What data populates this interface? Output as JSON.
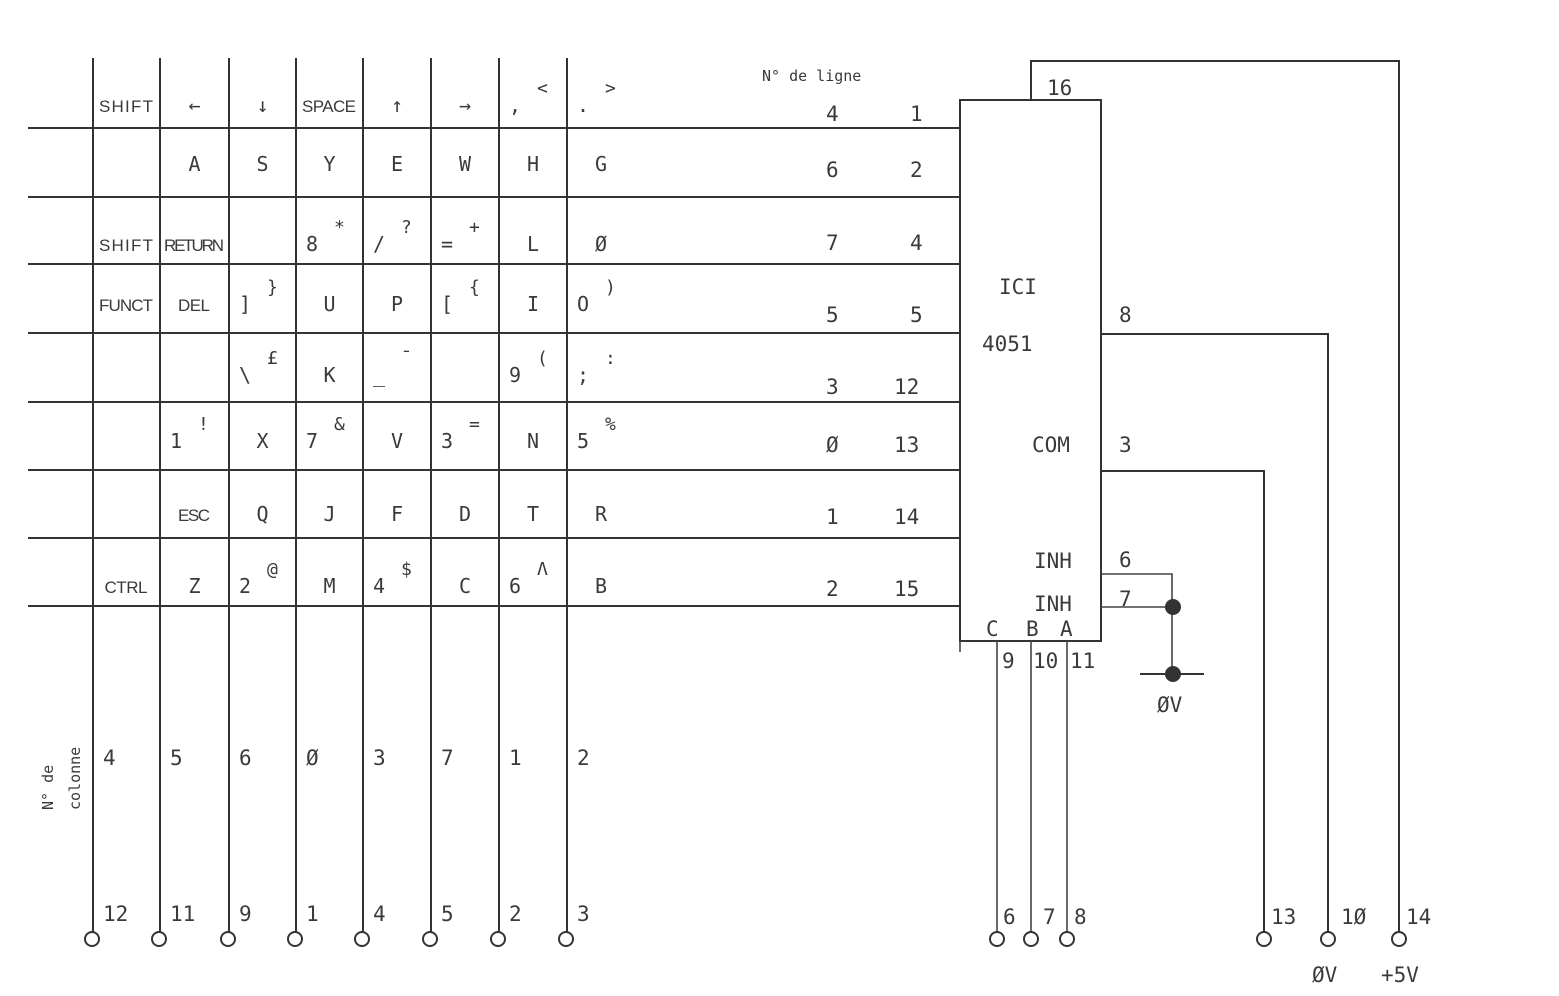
{
  "row_heading": "N° de ligne",
  "column_heading": [
    "N° de",
    "colonne"
  ],
  "key_matrix": [
    [
      {
        "k": "SHIFT",
        "s": "",
        "sm": true
      },
      {
        "k": "←",
        "s": ""
      },
      {
        "k": "↓",
        "s": ""
      },
      {
        "k": "SPACE",
        "s": "",
        "sm": true
      },
      {
        "k": "↑",
        "s": ""
      },
      {
        "k": "→",
        "s": ""
      },
      {
        "k": ",",
        "s": "<"
      },
      {
        "k": ".",
        "s": ">"
      }
    ],
    [
      {
        "k": "",
        "s": ""
      },
      {
        "k": "A",
        "s": ""
      },
      {
        "k": "S",
        "s": ""
      },
      {
        "k": "Y",
        "s": ""
      },
      {
        "k": "E",
        "s": ""
      },
      {
        "k": "W",
        "s": ""
      },
      {
        "k": "H",
        "s": ""
      },
      {
        "k": "G",
        "s": ""
      }
    ],
    [
      {
        "k": "SHIFT",
        "s": "",
        "sm": true
      },
      {
        "k": "RETURN",
        "s": "",
        "sm": true
      },
      {
        "k": "",
        "s": ""
      },
      {
        "k": "8",
        "s": "*"
      },
      {
        "k": "/",
        "s": "?"
      },
      {
        "k": "=",
        "s": "+"
      },
      {
        "k": "L",
        "s": ""
      },
      {
        "k": "Ø",
        "s": ""
      }
    ],
    [
      {
        "k": "FUNCT",
        "s": "",
        "sm": true
      },
      {
        "k": "DEL",
        "s": "",
        "sm": true
      },
      {
        "k": "]",
        "s": "}"
      },
      {
        "k": "U",
        "s": ""
      },
      {
        "k": "P",
        "s": ""
      },
      {
        "k": "[",
        "s": "{"
      },
      {
        "k": "I",
        "s": ""
      },
      {
        "k": "O",
        "s": ")"
      }
    ],
    [
      {
        "k": "",
        "s": ""
      },
      {
        "k": "",
        "s": ""
      },
      {
        "k": "\\",
        "s": "£"
      },
      {
        "k": "K",
        "s": ""
      },
      {
        "k": "_",
        "s": "¯"
      },
      {
        "k": "",
        "s": ""
      },
      {
        "k": "9",
        "s": "("
      },
      {
        "k": ";",
        "s": ":"
      }
    ],
    [
      {
        "k": "",
        "s": ""
      },
      {
        "k": "1",
        "s": "!"
      },
      {
        "k": "X",
        "s": ""
      },
      {
        "k": "7",
        "s": "&"
      },
      {
        "k": "V",
        "s": ""
      },
      {
        "k": "3",
        "s": "="
      },
      {
        "k": "N",
        "s": ""
      },
      {
        "k": "5",
        "s": "%"
      }
    ],
    [
      {
        "k": "",
        "s": ""
      },
      {
        "k": "ESC",
        "s": "",
        "sm": true
      },
      {
        "k": "Q",
        "s": ""
      },
      {
        "k": "J",
        "s": ""
      },
      {
        "k": "F",
        "s": ""
      },
      {
        "k": "D",
        "s": ""
      },
      {
        "k": "T",
        "s": ""
      },
      {
        "k": "R",
        "s": ""
      }
    ],
    [
      {
        "k": "CTRL",
        "s": "",
        "sm": true
      },
      {
        "k": "Z",
        "s": ""
      },
      {
        "k": "2",
        "s": "@"
      },
      {
        "k": "M",
        "s": ""
      },
      {
        "k": "4",
        "s": "$"
      },
      {
        "k": "C",
        "s": ""
      },
      {
        "k": "6",
        "s": "Λ"
      },
      {
        "k": "B",
        "s": ""
      }
    ]
  ],
  "rows": [
    {
      "line_no": "4",
      "ic_pin": "1"
    },
    {
      "line_no": "6",
      "ic_pin": "2"
    },
    {
      "line_no": "7",
      "ic_pin": "4"
    },
    {
      "line_no": "5",
      "ic_pin": "5"
    },
    {
      "line_no": "3",
      "ic_pin": "12"
    },
    {
      "line_no": "Ø",
      "ic_pin": "13"
    },
    {
      "line_no": "1",
      "ic_pin": "14"
    },
    {
      "line_no": "2",
      "ic_pin": "15"
    }
  ],
  "columns": [
    {
      "col_no": "4",
      "connector_pin": "12"
    },
    {
      "col_no": "5",
      "connector_pin": "11"
    },
    {
      "col_no": "6",
      "connector_pin": "9"
    },
    {
      "col_no": "Ø",
      "connector_pin": "1"
    },
    {
      "col_no": "3",
      "connector_pin": "4"
    },
    {
      "col_no": "7",
      "connector_pin": "5"
    },
    {
      "col_no": "1",
      "connector_pin": "2"
    },
    {
      "col_no": "2",
      "connector_pin": "3"
    }
  ],
  "ic": {
    "name": "ICI",
    "part": "4051",
    "vdd_pin": "16",
    "vss_pin": "8",
    "com_label": "COM",
    "com_pin": "3",
    "inh1_label": "INH",
    "inh1_pin": "6",
    "inh2_label": "INH",
    "inh2_pin": "7",
    "select_labels": [
      "C",
      "B",
      "A"
    ],
    "select_pins": [
      "9",
      "10",
      "11"
    ],
    "ground_label": "ØV"
  },
  "connector": {
    "select_pins": [
      "6",
      "7",
      "8"
    ],
    "com_pin": "13",
    "gnd_pin": "1Ø",
    "vcc_pin": "14",
    "gnd_label": "ØV",
    "vcc_label": "+5V"
  },
  "colors": {
    "ink": "#333333",
    "paper": "#ffffff"
  }
}
